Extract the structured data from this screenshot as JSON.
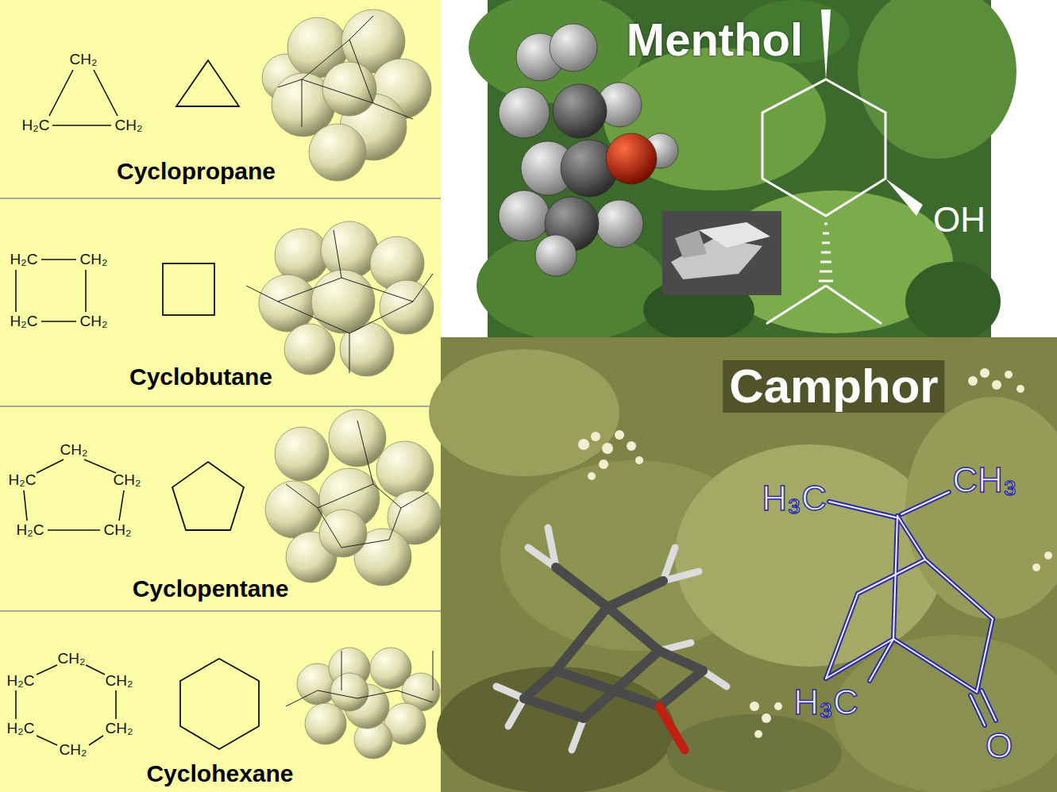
{
  "diagram": {
    "nodes": [
      {
        "text": [
          "Cyclopropane"
        ]
      },
      {
        "text": [
          "Cyclobutane"
        ]
      },
      {
        "text": [
          "Cyclopentane"
        ]
      },
      {
        "text": [
          "Cyclohexane"
        ]
      },
      {
        "text": [
          "Menthol"
        ]
      },
      {
        "text": [
          "Camphor"
        ]
      }
    ],
    "labels": [
      "CH₂",
      "H₂C",
      "CH₂",
      "H₂C",
      "CH₂",
      "H₂C",
      "CH₂",
      "CH₂",
      "H₂C",
      "CH₂",
      "H₂C",
      "CH₂",
      "CH₂",
      "H₂C",
      "CH₂",
      "H₂C",
      "CH₂",
      "CH₂",
      "OH",
      "H₃C",
      "CH₃",
      "H₃C",
      "O"
    ]
  }
}
